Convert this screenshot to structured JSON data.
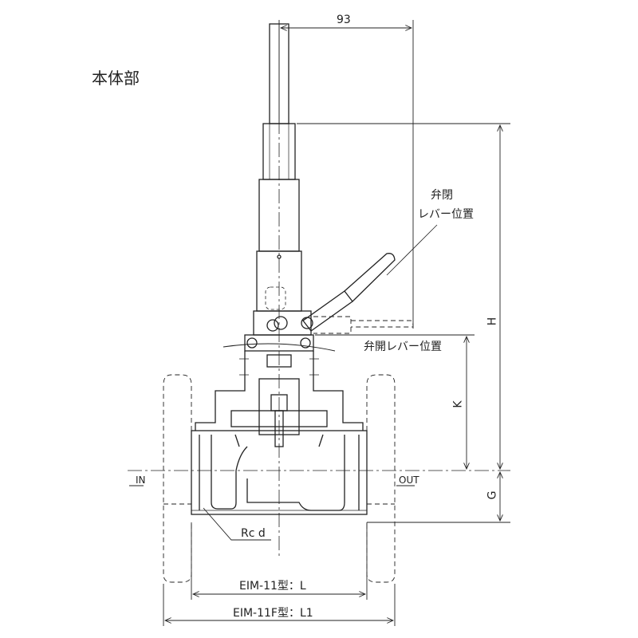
{
  "title": "本体部",
  "dimensions": {
    "top_width": "93",
    "height": "H",
    "k": "K",
    "g": "G",
    "l": "EIM-11型：L",
    "l1": "EIM-11F型：L1"
  },
  "labels": {
    "closed_lever_line1": "弁閉",
    "closed_lever_line2": "レバー位置",
    "open_lever": "弁開レバー位置",
    "inlet": "IN",
    "outlet": "OUT",
    "thread": "Rc d"
  }
}
